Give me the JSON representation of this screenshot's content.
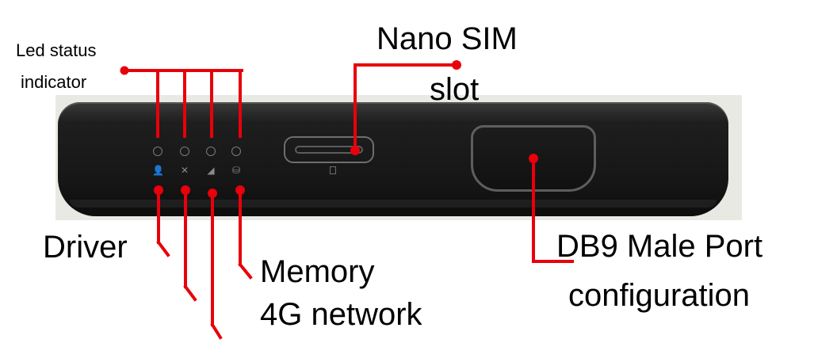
{
  "labels": {
    "led_status_line1": "Led status",
    "led_status_line2": "indicator",
    "nano_sim_line1": "Nano SIM",
    "nano_sim_line2": "slot",
    "driver": "Driver",
    "memory": "Memory",
    "network_4g": "4G network",
    "db9_line1": "DB9 Male Port",
    "db9_line2": "configuration"
  },
  "leds": [
    {
      "icon": "person-icon",
      "glyph": "👤"
    },
    {
      "icon": "satellite-icon",
      "glyph": "✕"
    },
    {
      "icon": "signal-icon",
      "glyph": "◢"
    },
    {
      "icon": "database-icon",
      "glyph": "⛁"
    }
  ],
  "colors": {
    "annotation_red": "#e8000b",
    "device_body": "#1a1a1a",
    "label_text": "#000000"
  }
}
